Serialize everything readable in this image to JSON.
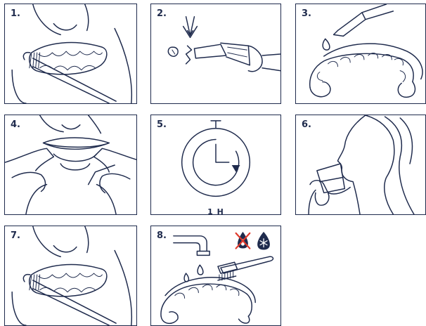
{
  "steps": [
    {
      "number": "1.",
      "description_icon": "brushing-teeth-icon"
    },
    {
      "number": "2.",
      "description_icon": "open-syringe-icon"
    },
    {
      "number": "3.",
      "description_icon": "apply-gel-to-tray-icon"
    },
    {
      "number": "4.",
      "description_icon": "insert-tray-icon"
    },
    {
      "number": "5.",
      "description_icon": "timer-icon",
      "duration": "1 H"
    },
    {
      "number": "6.",
      "description_icon": "drinking-icon"
    },
    {
      "number": "7.",
      "description_icon": "brushing-teeth-icon"
    },
    {
      "number": "8.",
      "description_icon": "rinse-and-clean-tray-icon"
    }
  ],
  "colors": {
    "ink": "#1f2b4d",
    "forbid": "#e0392b"
  }
}
